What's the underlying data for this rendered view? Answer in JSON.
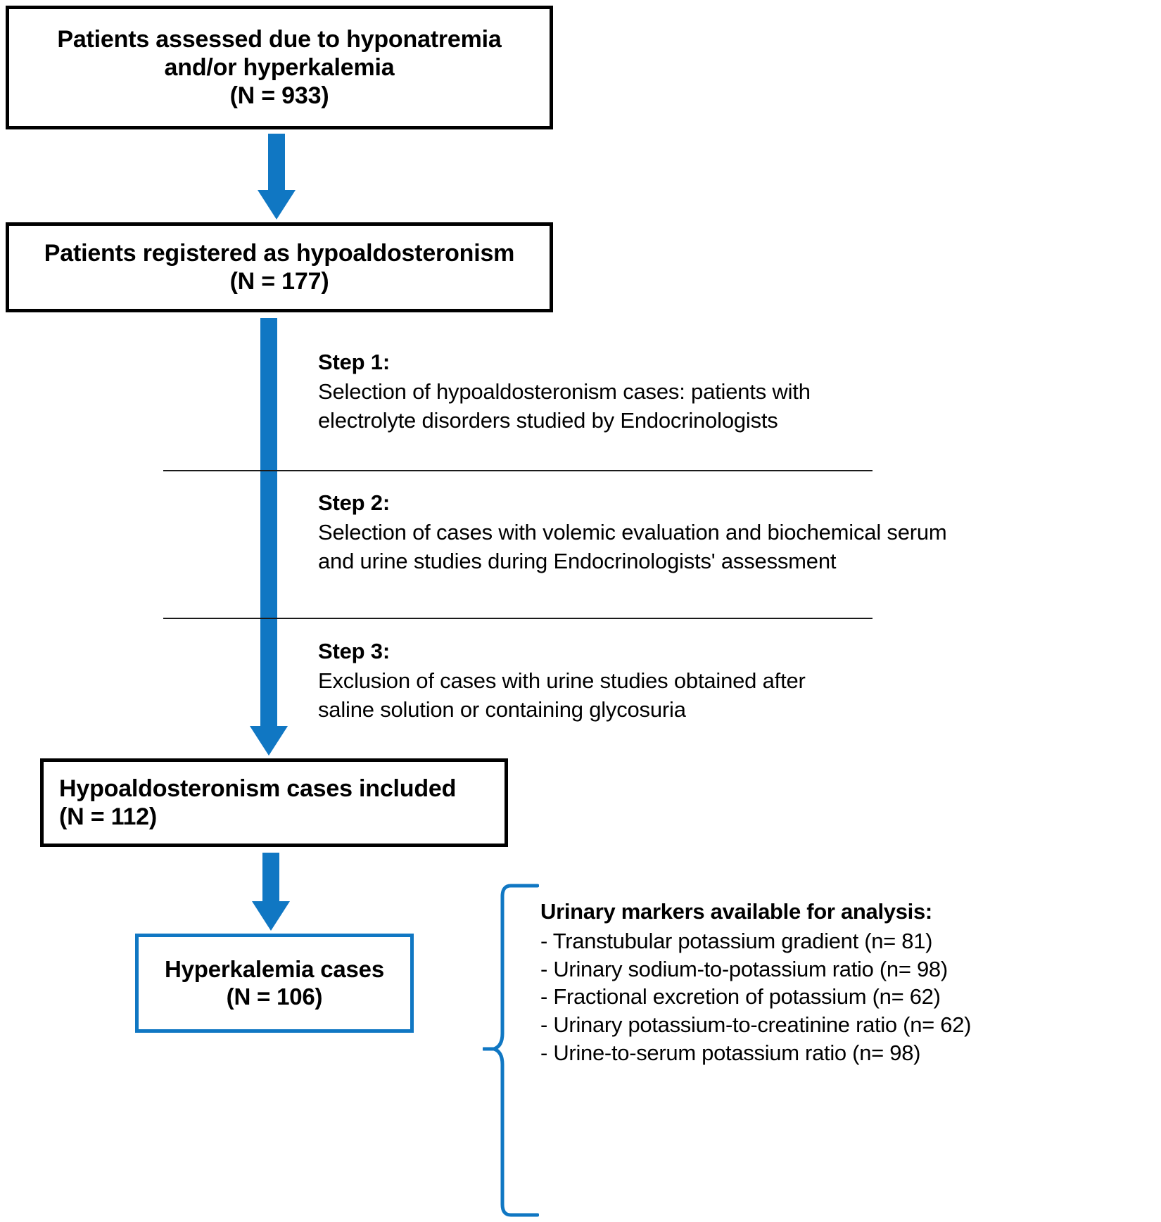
{
  "figure": {
    "type": "flowchart",
    "accent_color": "#1077c3",
    "box_border_color": "#000000"
  },
  "boxes": {
    "assessed": {
      "line1": "Patients assessed due to hyponatremia",
      "line2": "and/or hyperkalemia",
      "line3": "(N = 933)"
    },
    "registered": {
      "line1": "Patients registered as hypoaldosteronism",
      "line2": "(N = 177)"
    },
    "included": {
      "line1": "Hypoaldosteronism cases included",
      "line2": "(N = 112)"
    },
    "hyperkalemia": {
      "line1": "Hyperkalemia cases",
      "line2": "(N = 106)"
    }
  },
  "steps": [
    {
      "title": "Step 1:",
      "body_line1": "Selection of hypoaldosteronism cases: patients with",
      "body_line2": "electrolyte disorders studied by Endocrinologists"
    },
    {
      "title": "Step 2:",
      "body_line1": "Selection of cases with volemic evaluation and biochemical serum",
      "body_line2": "and urine studies during Endocrinologists' assessment"
    },
    {
      "title": "Step 3:",
      "body_line1": "Exclusion of cases with urine studies obtained after",
      "body_line2": "saline solution or containing glycosuria"
    }
  ],
  "markers": {
    "title": "Urinary markers available for analysis:",
    "items": [
      "- Transtubular potassium gradient (n= 81)",
      "- Urinary sodium-to-potassium ratio (n= 98)",
      "- Fractional excretion of potassium (n= 62)",
      "- Urinary potassium-to-creatinine ratio (n= 62)",
      "- Urine-to-serum potassium ratio (n= 98)"
    ]
  }
}
